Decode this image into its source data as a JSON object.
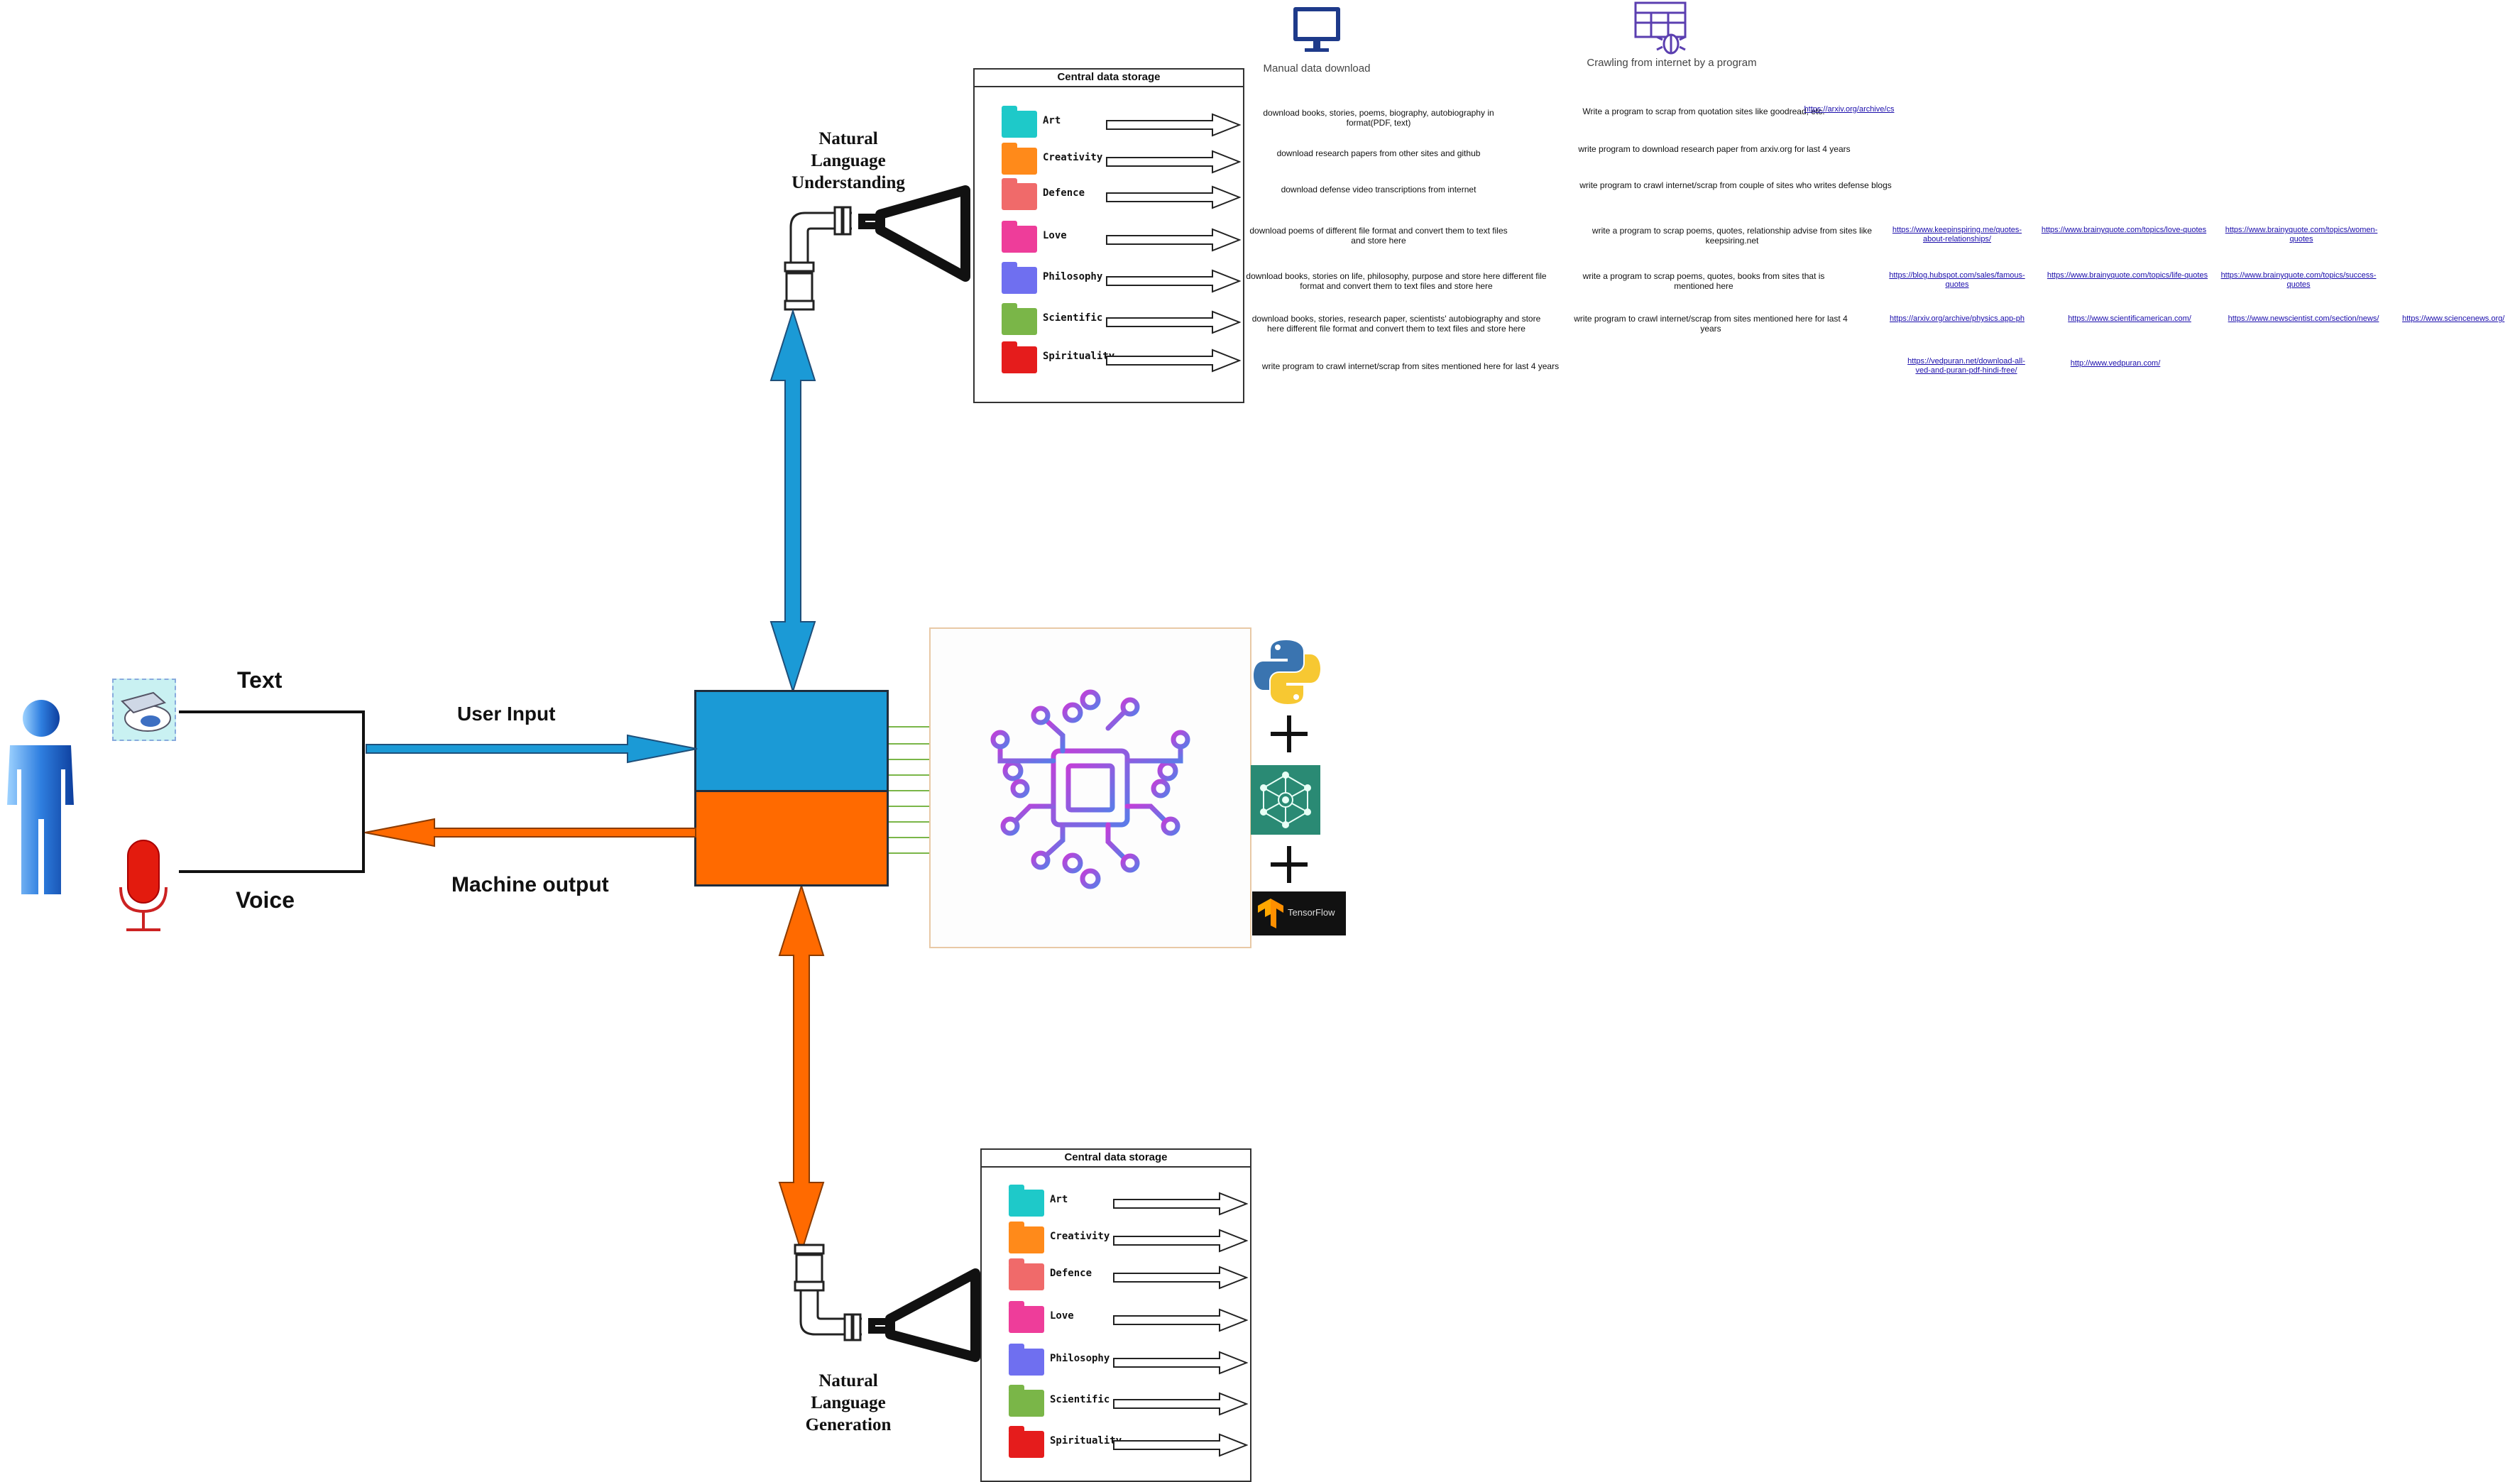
{
  "header": {
    "manual_download_label": "Manual data download",
    "crawling_label": "Crawling from internet by a program"
  },
  "nlu": {
    "label_line1": "Natural",
    "label_line2": "Language",
    "label_line3": "Understanding"
  },
  "nlg": {
    "label_line1": "Natural",
    "label_line2": "Language",
    "label_line3": "Generation"
  },
  "top_storage": {
    "title": "Central data storage",
    "categories": [
      {
        "label": "Art",
        "color": "#1ec9c9"
      },
      {
        "label": "Creativity",
        "color": "#ff8a1a"
      },
      {
        "label": "Defence",
        "color": "#f06a6a"
      },
      {
        "label": "Love",
        "color": "#ee3d9a"
      },
      {
        "label": "Philosophy",
        "color": "#6f6ff0"
      },
      {
        "label": "Scientific",
        "color": "#7ab648"
      },
      {
        "label": "Spirituality",
        "color": "#e51c1c"
      }
    ]
  },
  "bottom_storage": {
    "title": "Central data storage",
    "categories": [
      {
        "label": "Art",
        "color": "#1ec9c9"
      },
      {
        "label": "Creativity",
        "color": "#ff8a1a"
      },
      {
        "label": "Defence",
        "color": "#f06a6a"
      },
      {
        "label": "Love",
        "color": "#ee3d9a"
      },
      {
        "label": "Philosophy",
        "color": "#6f6ff0"
      },
      {
        "label": "Scientific",
        "color": "#7ab648"
      },
      {
        "label": "Spirituality",
        "color": "#e51c1c"
      }
    ]
  },
  "manual_descriptions": [
    "download books, stories, poems, biography, autobiography in format(PDF, text)",
    "download research papers from other sites and github",
    "download defense video transcriptions from internet",
    "download poems of different file format and convert them to text files and store here",
    "download books, stories on life, philosophy, purpose and store here different file format and convert them to text files and store here",
    "download books, stories, research paper, scientists' autobiography and store here different file format and convert them to text files and store here",
    "write program to crawl internet/scrap from  sites mentioned here for last 4 years"
  ],
  "crawl_descriptions": [
    "Write a program to scrap from quotation sites like goodread, etc.",
    "write program to download research paper from arxiv.org for last 4 years",
    "write program to crawl internet/scrap from couple of sites who writes defense blogs",
    "write a program to scrap poems, quotes, relationship advise from sites like keepsiring.net",
    "write a program to scrap poems, quotes, books from sites that is mentioned here",
    "write program to crawl internet/scrap from  sites mentioned here for last 4 years"
  ],
  "links": {
    "art": "https://arxiv.org/archive/cs",
    "love_1": "https://www.keepinspiring.me/quotes-about-relationships/",
    "love_2": "https://www.brainyquote.com/topics/love-quotes",
    "love_3": "https://www.brainyquote.com/topics/women-quotes",
    "philosophy_1": "https://blog.hubspot.com/sales/famous-quotes",
    "philosophy_2": "https://www.brainyquote.com/topics/life-quotes",
    "philosophy_3": "https://www.brainyquote.com/topics/success-quotes",
    "scientific_1": "https://arxiv.org/archive/physics.app-ph",
    "scientific_2": "https://www.scientificamerican.com/",
    "scientific_3": "https://www.newscientist.com/section/news/",
    "scientific_4": "https://www.sciencenews.org/",
    "spirituality_1": "https://vedpuran.net/download-all-ved-and-puran-pdf-hindi-free/",
    "spirituality_2": "http://www.vedpuran.com/"
  },
  "left": {
    "text_label": "Text",
    "voice_label": "Voice",
    "user_input_label": "User Input",
    "machine_output_label": "Machine output"
  },
  "tensorflow_label": "TensorFlow",
  "colors": {
    "blue": "#1b9ad6",
    "orange": "#ff6a00",
    "blue_dark": "#1565c0",
    "chip_purple": "#9b3fd8"
  }
}
